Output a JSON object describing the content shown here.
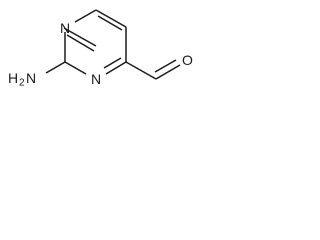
{
  "molecule": {
    "atom_labels": {
      "ring_n_top": "N",
      "ring_n_bottom": "N",
      "amine_h": "H",
      "amine_sub": "2",
      "amine_n": "N",
      "carbonyl_o": "O"
    }
  }
}
